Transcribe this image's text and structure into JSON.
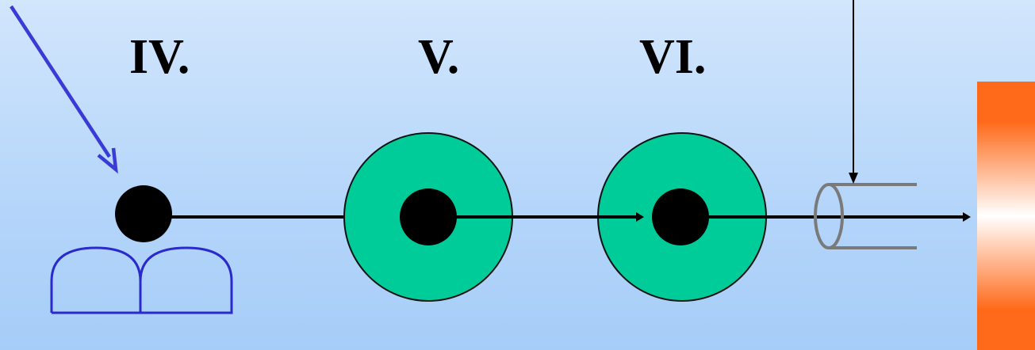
{
  "stages": [
    {
      "label": "IV."
    },
    {
      "label": "V."
    },
    {
      "label": "VI."
    }
  ],
  "colors": {
    "incoming_arrow": "#3a3ad6",
    "base_outline": "#2a2acc",
    "ring_fill": "#00cc99",
    "ring_stroke": "#111111",
    "particle": "#000000",
    "path_line": "#000000",
    "cylinder": "#7a7a7a",
    "vertical_arrow": "#000000",
    "target_top": "#ff6a1a",
    "target_mid": "#ffffff",
    "target_bottom": "#ff6a1a"
  }
}
